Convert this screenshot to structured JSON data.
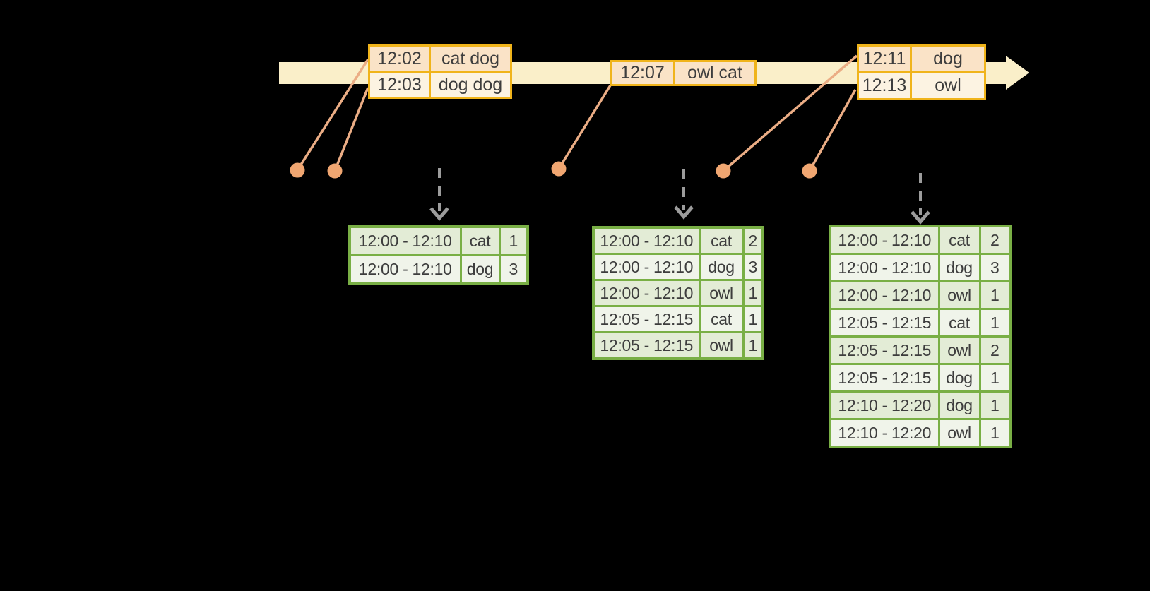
{
  "scene": {
    "background_color": "#000000",
    "timeline": {
      "shape": "horizontal-band-with-right-arrowhead",
      "band_color": "#FAEFC9"
    },
    "event_tables": [
      {
        "rows": [
          [
            "12:02",
            "cat dog"
          ],
          [
            "12:03",
            "dog dog"
          ]
        ]
      },
      {
        "rows": [
          [
            "12:07",
            "owl cat"
          ]
        ]
      },
      {
        "rows": [
          [
            "12:11",
            "dog"
          ],
          [
            "12:13",
            "owl"
          ]
        ]
      }
    ],
    "result_tables": [
      {
        "rows": [
          [
            "12:00 - 12:10",
            "cat",
            "1"
          ],
          [
            "12:00 - 12:10",
            "dog",
            "3"
          ]
        ]
      },
      {
        "rows": [
          [
            "12:00 - 12:10",
            "cat",
            "2"
          ],
          [
            "12:00 - 12:10",
            "dog",
            "3"
          ],
          [
            "12:00 - 12:10",
            "owl",
            "1"
          ],
          [
            "12:05 - 12:15",
            "cat",
            "1"
          ],
          [
            "12:05 - 12:15",
            "owl",
            "1"
          ]
        ]
      },
      {
        "rows": [
          [
            "12:00 - 12:10",
            "cat",
            "2"
          ],
          [
            "12:00 - 12:10",
            "dog",
            "3"
          ],
          [
            "12:00 - 12:10",
            "owl",
            "1"
          ],
          [
            "12:05 - 12:15",
            "cat",
            "1"
          ],
          [
            "12:05 - 12:15",
            "owl",
            "2"
          ],
          [
            "12:05 - 12:15",
            "dog",
            "1"
          ],
          [
            "12:10 - 12:20",
            "dog",
            "1"
          ],
          [
            "12:10 - 12:20",
            "owl",
            "1"
          ]
        ]
      }
    ],
    "colors": {
      "event_table_border": "#F0B41B",
      "event_row_fill_dark": "#FAE3C7",
      "event_row_fill_light": "#FCF3E2",
      "timeline_band": "#FAEFC9",
      "connector_line": "#EBAD85",
      "event_dot": "#F0A671",
      "trigger_arrow_gray": "#9C9C9C",
      "result_table_border": "#79AF45",
      "result_row_fill_dark": "#E3ECD6",
      "result_row_fill_light": "#F0F4EA",
      "text": "#3D3D3D"
    }
  }
}
